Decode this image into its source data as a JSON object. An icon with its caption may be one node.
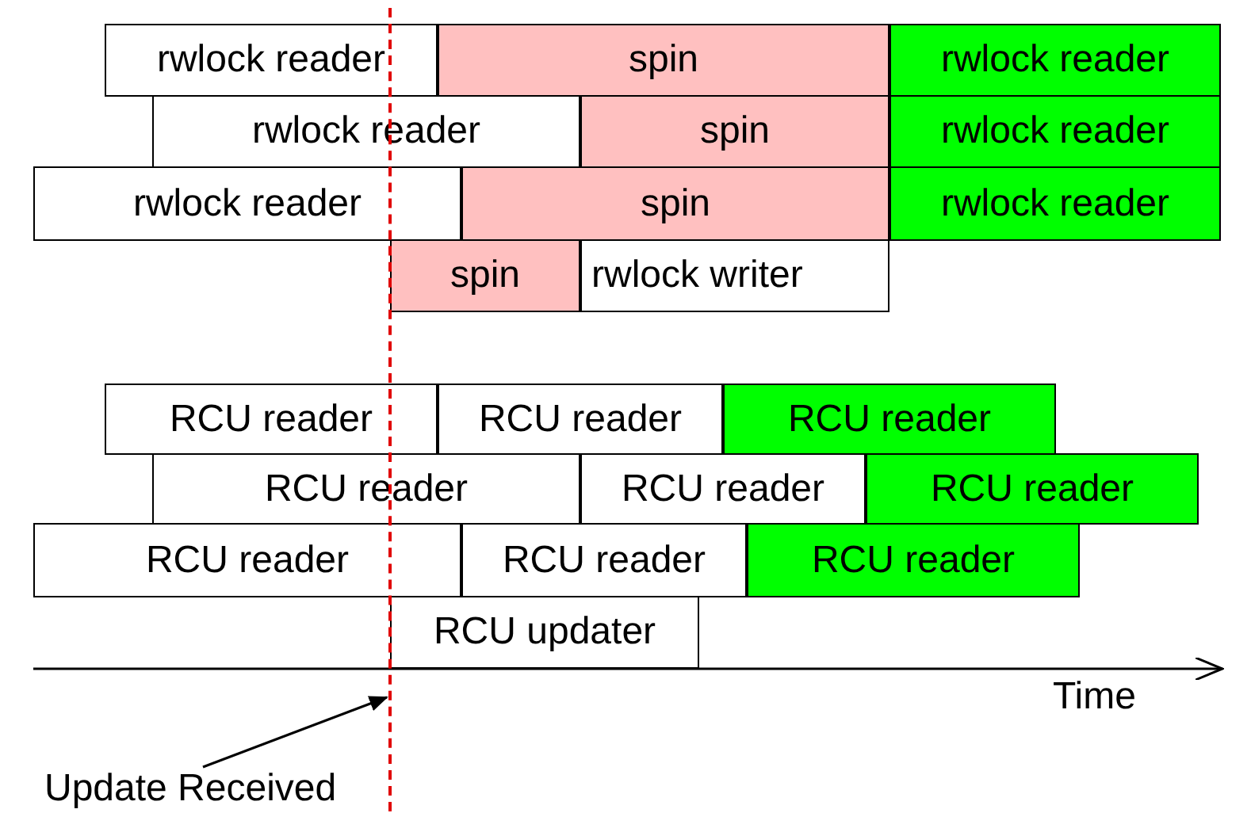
{
  "diagram": {
    "nodes": [
      {
        "text": [
          "rwlock reader"
        ]
      },
      {
        "text": [
          "spin"
        ]
      },
      {
        "text": [
          "rwlock reader"
        ]
      },
      {
        "text": [
          "rwlock reader"
        ]
      },
      {
        "text": [
          "spin"
        ]
      },
      {
        "text": [
          "rwlock reader"
        ]
      },
      {
        "text": [
          "rwlock reader"
        ]
      },
      {
        "text": [
          "spin"
        ]
      },
      {
        "text": [
          "rwlock reader"
        ]
      },
      {
        "text": [
          "spin"
        ]
      },
      {
        "text": [
          "rwlock writer"
        ]
      },
      {
        "text": [
          "RCU reader"
        ]
      },
      {
        "text": [
          "RCU reader"
        ]
      },
      {
        "text": [
          "RCU reader"
        ]
      },
      {
        "text": [
          "RCU reader"
        ]
      },
      {
        "text": [
          "RCU reader"
        ]
      },
      {
        "text": [
          "RCU reader"
        ]
      },
      {
        "text": [
          "RCU reader"
        ]
      },
      {
        "text": [
          "RCU reader"
        ]
      },
      {
        "text": [
          "RCU reader"
        ]
      },
      {
        "text": [
          "RCU updater"
        ]
      },
      {
        "text": [
          "Update Received"
        ]
      },
      {
        "text": [],
        "shape": "line"
      }
    ],
    "edges": [
      {
        "from": 21,
        "to": 22,
        "arrow": "to"
      }
    ],
    "labels": [
      "Time"
    ]
  }
}
